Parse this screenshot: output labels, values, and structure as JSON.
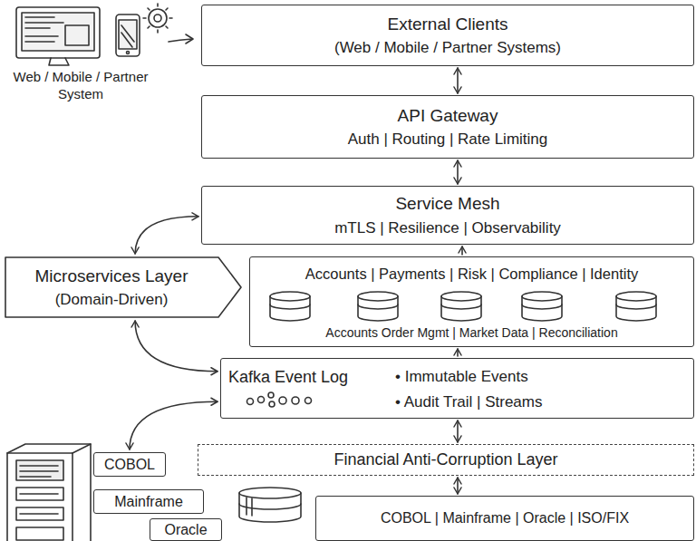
{
  "diagram": {
    "nodes": [
      {
        "text": [
          "External Clients",
          "(Web / Mobile /  Partner Systems)"
        ]
      },
      {
        "text": [
          "API Gateway",
          "Auth | Routing | Rate Limiting"
        ]
      },
      {
        "text": [
          "Service Mesh",
          "mTLS | Resilience | Observability"
        ]
      },
      {
        "text": [
          "Microservices Layer",
          "(Domain-Driven)"
        ]
      },
      {
        "text": [
          "Accounts | Payments | Risk | Compliance | Identity",
          "Accounts Order Mgmt | Market Data | Reconciliation"
        ]
      },
      {
        "text": [
          "Kafka Event Log",
          "• Immutable Events",
          "• Audit Trail | Streams"
        ]
      },
      {
        "text": [
          "Financial Anti-Corruption Layer"
        ]
      },
      {
        "text": [
          "COBOL | Mainframe | Oracle | ISO/FIX"
        ]
      },
      {
        "text": [
          "COBOL"
        ]
      },
      {
        "text": [
          "Mainframe"
        ]
      },
      {
        "text": [
          "Oracle"
        ]
      }
    ],
    "edges": [
      {
        "from": 0,
        "to": 1,
        "arrow": "both"
      },
      {
        "from": 1,
        "to": 2,
        "arrow": "both"
      },
      {
        "from": 4,
        "to": 2,
        "arrow": "to"
      },
      {
        "from": 3,
        "to": 2,
        "arrow": "both"
      },
      {
        "from": 3,
        "to": 5,
        "arrow": "both"
      },
      {
        "from": 5,
        "to": 4,
        "arrow": "to"
      },
      {
        "from": 5,
        "to": 6,
        "arrow": "both"
      },
      {
        "from": 6,
        "to": 7,
        "arrow": "both"
      },
      {
        "from": 8,
        "to": 5,
        "arrow": "both"
      }
    ],
    "labels": [
      "Web / Mobile / Partner System"
    ]
  }
}
